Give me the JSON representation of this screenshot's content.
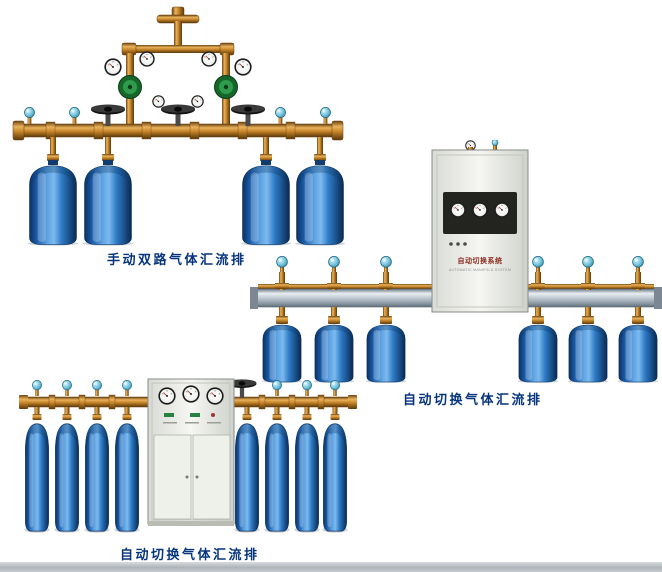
{
  "page": {
    "background": "#ffffff",
    "bottom_strip_color": "#aeb4b9"
  },
  "scenes": {
    "manual_dual": {
      "caption": "手动双路气体汇流排"
    },
    "auto_wall": {
      "caption": "自动切换气体汇流排",
      "cabinet_label": "自动切换系统",
      "cabinet_sublabel": "AUTOMATIC MANIFOLD SYSTEM"
    },
    "auto_floor": {
      "caption": "自动切换气体汇流排"
    }
  },
  "colors": {
    "caption_text": "#06357d",
    "cylinder_blue": "#2f7cc7",
    "brass": "#c8862b",
    "regulator_green": "#2f9c4d",
    "rail_silver": "#b7c2cb",
    "cabinet_body": "#f2f2ee",
    "valve_knob_blue": "#7ecbe2"
  }
}
